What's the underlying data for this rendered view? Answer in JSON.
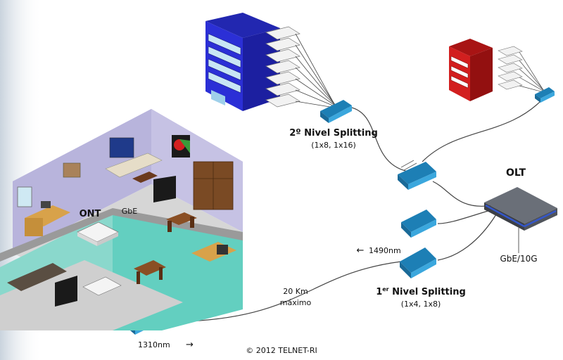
{
  "labels": {
    "second_level_title": "2º Nivel Splitting",
    "second_level_ratios": "(1x8, 1x16)",
    "first_level_prefix": "1",
    "first_level_sup": "er",
    "first_level_rest": " Nivel Splitting",
    "first_level_ratios": "(1x4, 1x8)",
    "olt": "OLT",
    "olt_interface": "GbE/10G",
    "ont": "ONT",
    "ont_interface": "GbE",
    "downstream": "1490nm",
    "upstream": "1310nm",
    "distance_value": "20 Km",
    "distance_note": "máximo",
    "copyright": "© 2012 TELNET-RI"
  },
  "colors": {
    "splitter": "#3ba7dd",
    "building_large": "#2b2fd6",
    "building_small": "#d21f1f",
    "olt_body": "#6a6f78",
    "olt_stripe": "#3456c8",
    "wall": "#b8b4dc",
    "floor": "#d6d6d6",
    "teal_wall": "#63cfc0"
  },
  "icons": {
    "arrow_left": "←",
    "arrow_right": "→"
  }
}
